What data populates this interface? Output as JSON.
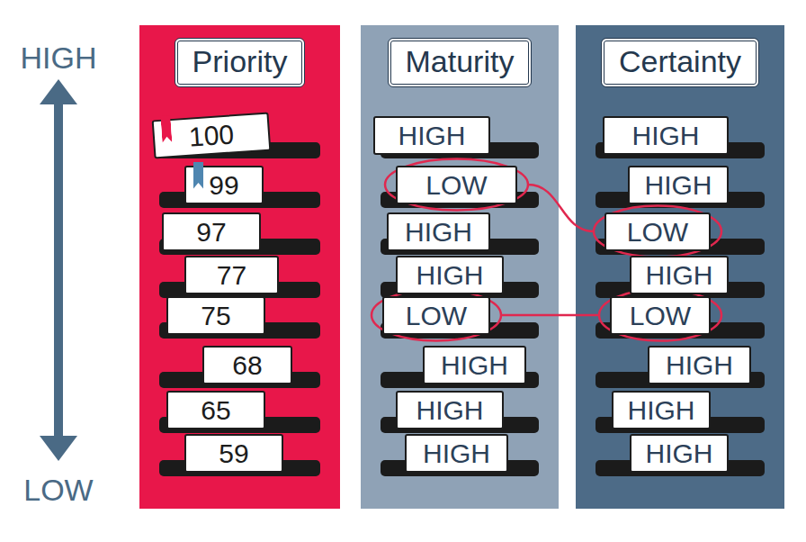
{
  "diagram": {
    "nodes": [
      {
        "text": [
          "Priority"
        ]
      },
      {
        "text": [
          "100"
        ],
        "in": 0
      },
      {
        "text": [
          "99"
        ],
        "in": 0
      },
      {
        "text": [
          "97"
        ],
        "in": 0
      },
      {
        "text": [
          "77"
        ],
        "in": 0
      },
      {
        "text": [
          "75"
        ],
        "in": 0
      },
      {
        "text": [
          "68"
        ],
        "in": 0
      },
      {
        "text": [
          "65"
        ],
        "in": 0
      },
      {
        "text": [
          "59"
        ],
        "in": 0
      },
      {
        "text": [
          "Maturity"
        ]
      },
      {
        "text": [
          "HIGH"
        ],
        "in": 9
      },
      {
        "text": [
          "LOW"
        ],
        "in": 9
      },
      {
        "text": [
          "HIGH"
        ],
        "in": 9
      },
      {
        "text": [
          "HIGH"
        ],
        "in": 9
      },
      {
        "text": [
          "LOW"
        ],
        "in": 9
      },
      {
        "text": [
          "HIGH"
        ],
        "in": 9
      },
      {
        "text": [
          "HIGH"
        ],
        "in": 9
      },
      {
        "text": [
          "HIGH"
        ],
        "in": 9
      },
      {
        "text": [
          "Certainty"
        ]
      },
      {
        "text": [
          "HIGH"
        ],
        "in": 18
      },
      {
        "text": [
          "HIGH"
        ],
        "in": 18
      },
      {
        "text": [
          "LOW"
        ],
        "in": 18
      },
      {
        "text": [
          "HIGH"
        ],
        "in": 18
      },
      {
        "text": [
          "LOW"
        ],
        "in": 18
      },
      {
        "text": [
          "HIGH"
        ],
        "in": 18
      },
      {
        "text": [
          "HIGH"
        ],
        "in": 18
      },
      {
        "text": [
          "HIGH"
        ],
        "in": 18
      }
    ],
    "edges": [
      {
        "from": 11,
        "to": 21,
        "arrow": "none"
      },
      {
        "from": 14,
        "to": 23,
        "arrow": "none"
      }
    ],
    "labels": [
      "HIGH",
      "LOW"
    ]
  }
}
